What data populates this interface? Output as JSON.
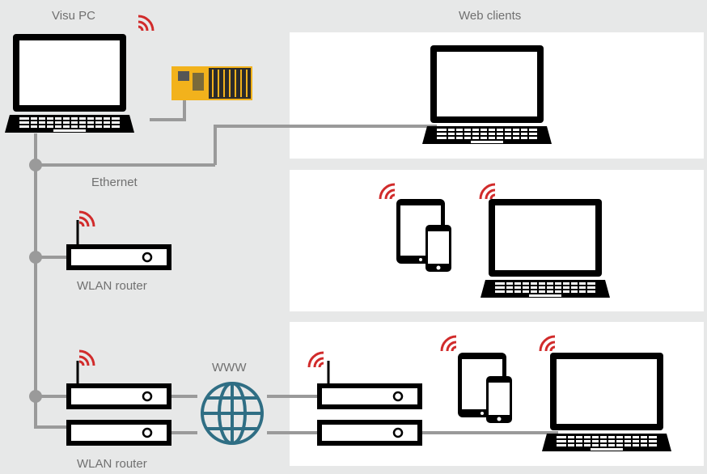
{
  "labels": {
    "visu_pc": "Visu PC",
    "web_clients": "Web clients",
    "ethernet": "Ethernet",
    "wlan_router_1": "WLAN router",
    "www": "WWW",
    "wlan_router_2": "WLAN router"
  },
  "colors": {
    "background": "#e7e8e8",
    "panel": "#ffffff",
    "line": "#9a9a9a",
    "device": "#000000",
    "wifi": "#d12b2b",
    "globe": "#2f6e84",
    "controller": "#f2b21c",
    "label": "#707070"
  },
  "icons": [
    "laptop-icon",
    "tablet-icon",
    "smartphone-icon",
    "router-icon",
    "globe-icon",
    "wifi-icon",
    "plc-controller-icon"
  ]
}
